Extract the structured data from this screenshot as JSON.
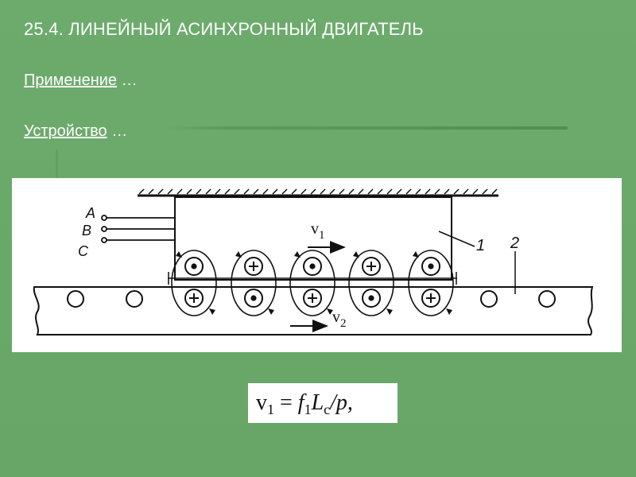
{
  "slide": {
    "title": "25.4. ЛИНЕЙНЫЙ АСИНХРОННЫЙ ДВИГАТЕЛЬ",
    "items": [
      {
        "label": "Применение",
        "suffix": " …"
      },
      {
        "label": "Устройство",
        "suffix": " …"
      }
    ]
  },
  "diagram": {
    "phases": [
      "A",
      "B",
      "C"
    ],
    "labels": {
      "v1": "v",
      "v1_sub": "1",
      "v2": "v",
      "v2_sub": "2",
      "part1": "1",
      "part2": "2"
    },
    "top_row_symbols": [
      "dot",
      "plus",
      "dot",
      "plus",
      "dot"
    ],
    "bottom_row_symbols": [
      "plus",
      "dot",
      "plus",
      "dot",
      "plus"
    ]
  },
  "formula": {
    "lhs": "v",
    "lhs_sub": "1",
    "eq": " = ",
    "f": "f",
    "f_sub": "1",
    "L": "L",
    "L_sub": "c",
    "rest": "/p,"
  }
}
